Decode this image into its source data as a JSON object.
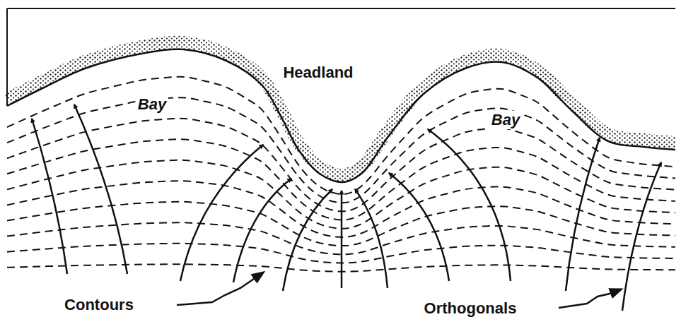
{
  "diagram": {
    "labels": [
      "Headland",
      "Bay",
      "Bay",
      "Contours",
      "Orthogonals"
    ]
  }
}
